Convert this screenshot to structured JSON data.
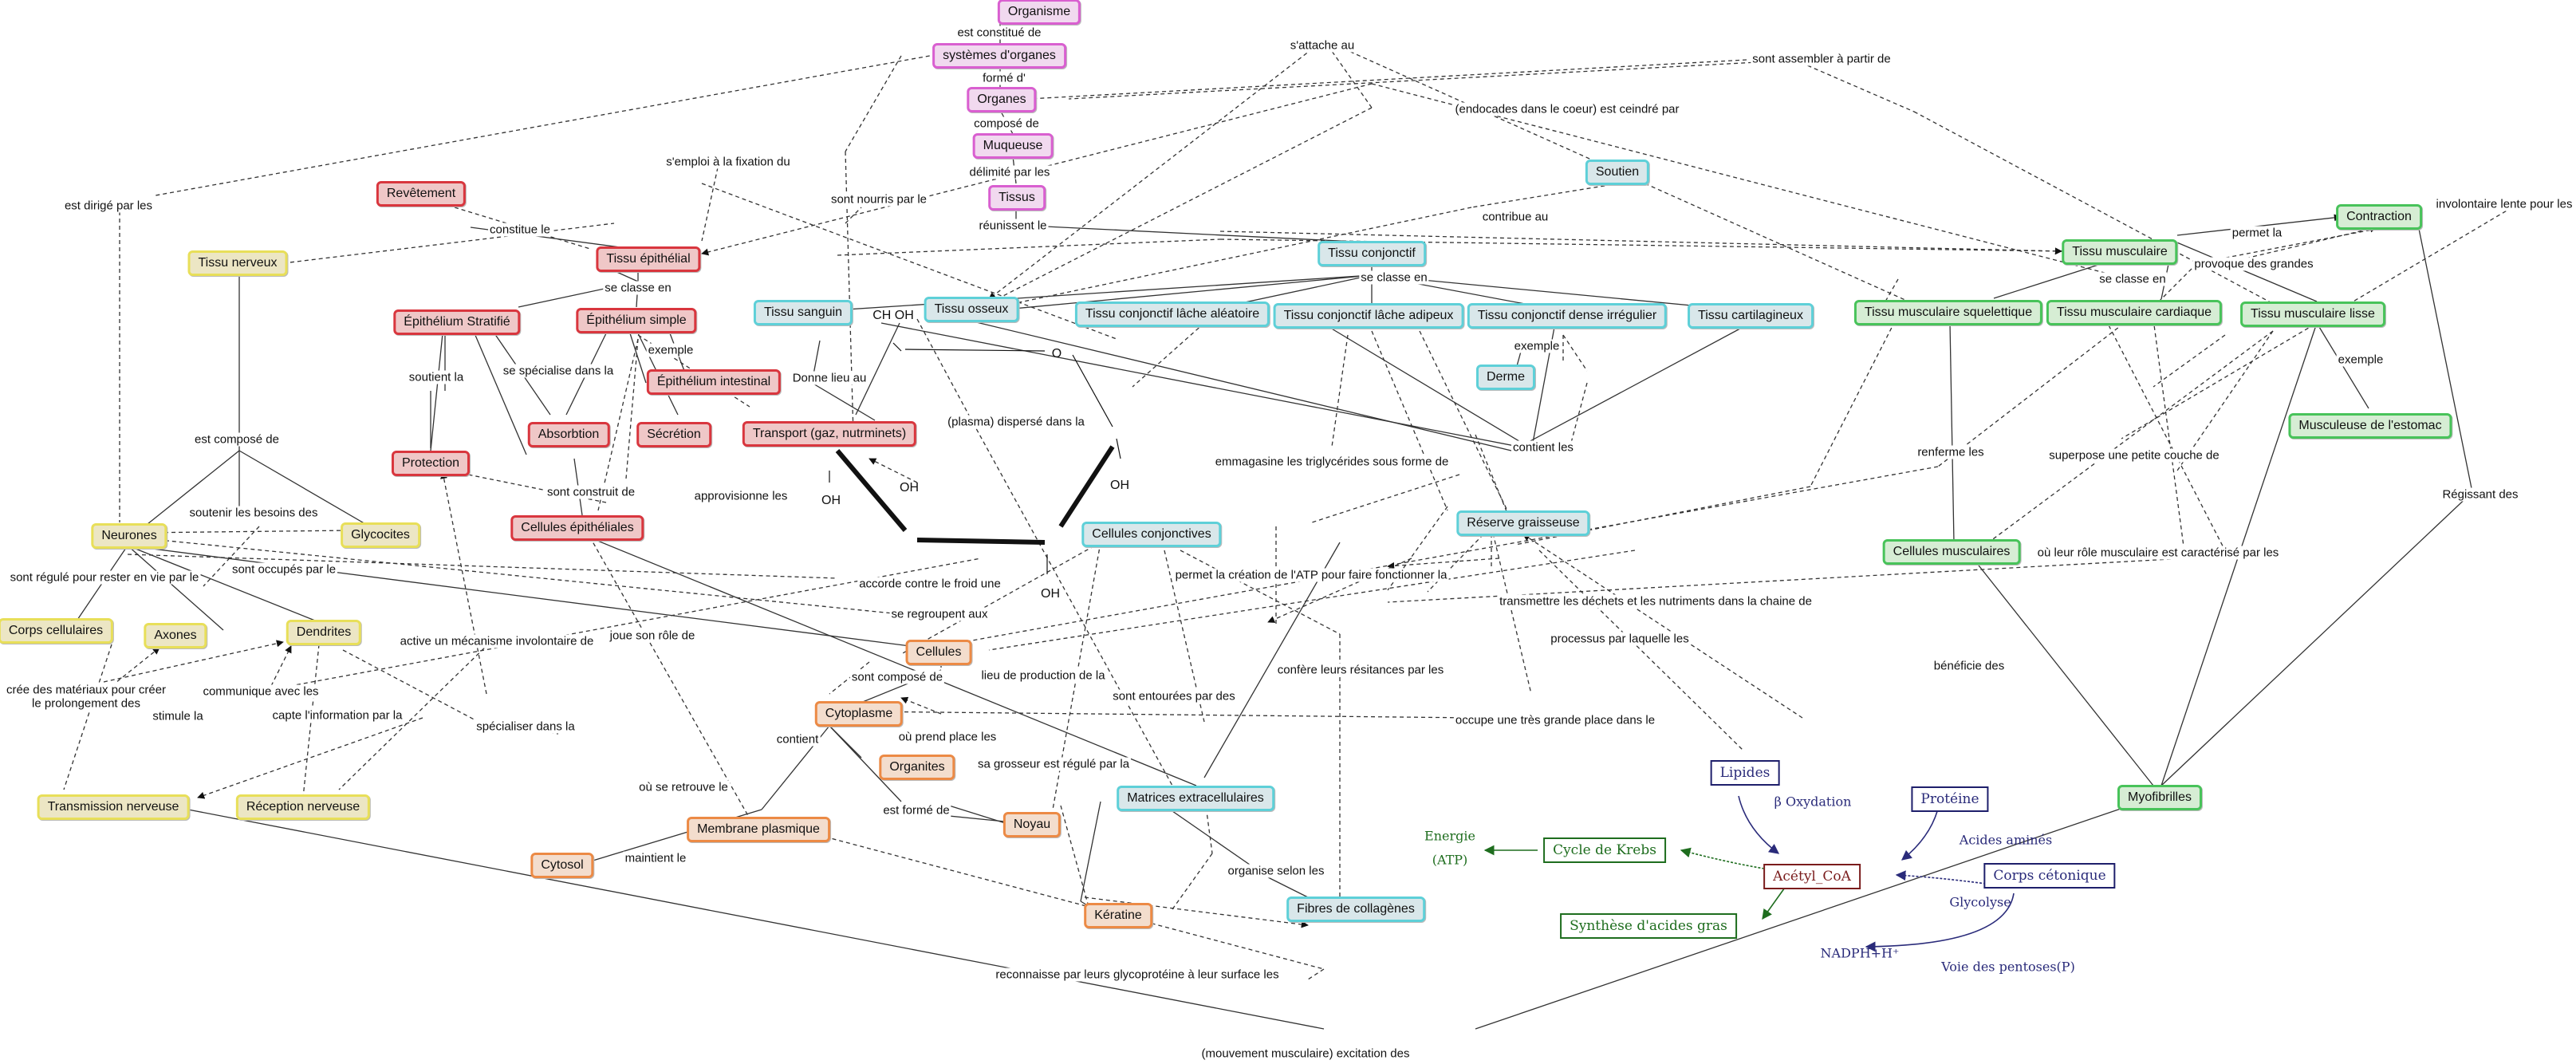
{
  "concepts": {
    "organisme": "Organisme",
    "systemes": "systèmes d'organes",
    "organes": "Organes",
    "muqueuse": "Muqueuse",
    "tissus": "Tissus",
    "revetement": "Revêtement",
    "tissu_nerveux": "Tissu nerveux",
    "tissu_epithelial": "Tissu épithélial",
    "epith_stratifie": "Épithélium Stratifié",
    "epith_simple": "Épithélium simple",
    "epith_intestinal": "Épithélium intestinal",
    "tissu_sanguin": "Tissu sanguin",
    "tissu_osseux": "Tissu osseux",
    "tissu_conjonctif": "Tissu conjonctif",
    "tc_lache_aleatoire": "Tissu conjonctif lâche aléatoire",
    "tc_lache_adipeux": "Tissu conjonctif lâche adipeux",
    "tc_dense_irregulier": "Tissu conjonctif dense irrégulier",
    "tissu_cartilagineux": "Tissu cartilagineux",
    "soutien": "Soutien",
    "derme": "Derme",
    "protection": "Protection",
    "absorbtion": "Absorbtion",
    "secretion": "Sécrétion",
    "transport": "Transport (gaz, nutrminets)",
    "cellules_epitheliales": "Cellules épithéliales",
    "cellules_conjonctives": "Cellules conjonctives",
    "reserve_graisseuse": "Réserve graisseuse",
    "neurones": "Neurones",
    "glycocites": "Glycocites",
    "corps_cellulaires": "Corps cellulaires",
    "axones": "Axones",
    "dendrites": "Dendrites",
    "transmission_nerveuse": "Transmission nerveuse",
    "reception_nerveuse": "Réception nerveuse",
    "cellules": "Cellules",
    "cytoplasme": "Cytoplasme",
    "organites": "Organites",
    "noyau": "Noyau",
    "membrane_plasmique": "Membrane plasmique",
    "cytosol": "Cytosol",
    "keratine": "Kératine",
    "matrices_extracellulaires": "Matrices extracellulaires",
    "fibres_collagenes": "Fibres de collagènes",
    "tissu_musculaire": "Tissu musculaire",
    "contraction": "Contraction",
    "tm_squelettique": "Tissu musculaire squelettique",
    "tm_cardiaque": "Tissu musculaire cardiaque",
    "tm_lisse": "Tissu musculaire lisse",
    "musculeuse": "Musculeuse de l'estomac",
    "cellules_musculaires": "Cellules musculaires",
    "myofibrilles": "Myofibrilles"
  },
  "metabolism": {
    "lipides": "Lipides",
    "proteine": "Protéine",
    "acetyl_coa": "Acétyl_CoA",
    "cycle_krebs": "Cycle de Krebs",
    "corps_cetonique": "Corps cétonique",
    "synthese_ag": "Synthèse d'acides gras",
    "energie_line1": "Energie",
    "energie_line2": "(ATP)",
    "beta_oxydation": "β Oxydation",
    "acides_amines": "Acides aminés",
    "glycolyse": "Glycolyse",
    "nadph": "NADPH+H⁺",
    "voie_pentoses": "Voie des pentoses(P)"
  },
  "chem_labels": {
    "ch_oh": "CH OH",
    "o": "O",
    "oh1": "OH",
    "oh2": "OH",
    "oh3": "OH",
    "oh4": "OH"
  },
  "link_labels": {
    "est_constitue_de": "est constitué de",
    "forme_d": "formé d'",
    "compose_de": "composé de",
    "delimite_par_les": "délimité par les",
    "reunissent_le": "réunissent le",
    "constitue_le": "constitue le",
    "s_emploi": "s'emploi à la fixation du",
    "sont_nourris": "sont nourris par le",
    "s_attache_au": "s'attache au",
    "endocades": "(endocades dans le coeur) est ceindré par",
    "sont_assembler": "sont assembler à partir de",
    "contribue_au": "contribue au",
    "se_classe_en_1": "se classe en",
    "se_classe_en_2": "se classe en",
    "se_classe_en_3": "se classe en",
    "permet_la": "permet la",
    "involontaire": "involontaire lente pour les",
    "provoque": "provoque des grandes",
    "est_dirige": "est dirigé par les",
    "exemple_1": "exemple",
    "exemple_2": "exemple",
    "exemple_3": "exemple",
    "se_specialise": "se spécialise dans la",
    "soutient_la": "soutient la",
    "donne_lieu_au": "Donne lieu au",
    "plasma": "(plasma) dispersé dans la",
    "contient_les": "contient les",
    "emmagasine": "emmagasine les triglycérides sous forme de",
    "renferme_les": "renferme les",
    "superpose": "superpose une petite couche de",
    "regissant_des": "Régissant des",
    "est_compose_de": "est composé de",
    "soutenir": "soutenir les besoins des",
    "sont_construit": "sont construit de",
    "approvisionne": "approvisionne les",
    "regule": "sont régulé pour rester en vie par le",
    "occupes": "sont occupés par le",
    "accorde": "accorde contre le froid une",
    "regroupe": "se regroupent  aux",
    "permet_creation": "permet la création de l'ATP pour faire fonctionner la",
    "role_musculaire": "où leur rôle musculaire est caractérisé par les",
    "transmettre": "transmettre les déchets et les nutriments dans la chaine de",
    "active": "active un mécanisme involontaire de",
    "joue_son_role": "joue son rôle de",
    "processus": "processus par laquelle les",
    "cree_materiaux_1": "crée des matériaux pour créer",
    "cree_materiaux_2": "le prolongement des",
    "communique": "communique avec les",
    "stimule": "stimule la",
    "capte": "capte l'information par la",
    "specialiser": "spécialiser dans la",
    "sont_compose_de": "sont composé de",
    "lieu_production": "lieu de production de la",
    "entourees": "sont entourées par des",
    "conferent": "confère leurs résitances par les",
    "occupe": "occupe une très grande place dans le",
    "beneficie": "bénéficie des",
    "ou_prend_place": "où prend place les",
    "contient": "contient",
    "se_retrouve": "où se retrouve le",
    "est_forme_de": "est formé de",
    "grosseur": "sa grosseur est régulé par la",
    "maintient": "maintient le",
    "organise": "organise selon les",
    "reconnaisse": "reconnaisse  par leurs glycoprotéine à leur surface les",
    "mouvement": "(mouvement musculaire) excitation des"
  }
}
